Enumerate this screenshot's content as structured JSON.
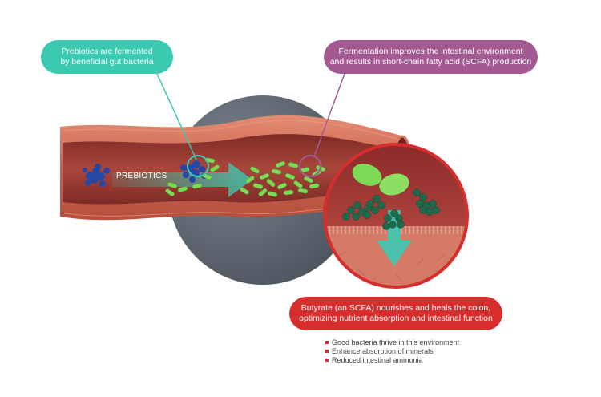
{
  "colors": {
    "teal": "#3cc9b2",
    "purple": "#a35a93",
    "red": "#d62e2c",
    "backdrop_circle": "#5d6670",
    "tissue": "#cc6b57",
    "lumen": "#9a3a33",
    "prebiotic_blue": "#2448a8",
    "bacteria_green": "#7ed957",
    "scfa_dark_green": "#1f6a4c"
  },
  "callouts": {
    "prebiotics": {
      "line1": "Prebiotics are fermented",
      "line2": "by beneficial gut bacteria"
    },
    "fermentation": {
      "line1": "Fermentation improves the intestinal environment",
      "line2": "and results in short-chain fatty acid (SCFA) production"
    },
    "butyrate": {
      "line1": "Butyrate (an SCFA) nourishes and heals the colon,",
      "line2": "optimizing nutrient absorption and intestinal function"
    }
  },
  "diagram": {
    "arrow_label": "PREBIOTICS",
    "icons": [
      "prebiotic-cluster-icon",
      "bacteria-icon",
      "scfa-molecule-icon",
      "flow-arrow-icon"
    ]
  },
  "benefits": [
    "Good bacteria thrive in this environment",
    "Enhance absorption of minerals",
    "Reduced intestinal ammonia"
  ]
}
